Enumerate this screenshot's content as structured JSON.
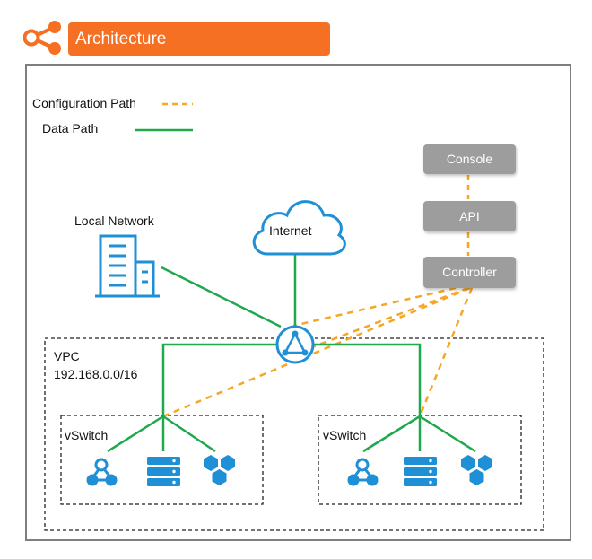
{
  "header": {
    "title": "Architecture"
  },
  "legend": {
    "config_label": "Configuration Path",
    "data_label": "Data Path"
  },
  "colors": {
    "accent": "#f57023",
    "config_path": "#f5a623",
    "data_path": "#1fa84d",
    "icon_blue": "#1f8fd6",
    "gray_box": "#9d9d9d",
    "frame": "#7f7f7f"
  },
  "control_plane": {
    "console": "Console",
    "api": "API",
    "controller": "Controller"
  },
  "nodes": {
    "local_network": "Local Network",
    "internet": "Internet"
  },
  "vpc": {
    "name": "VPC",
    "cidr": "192.168.0.0/16"
  },
  "vswitches": [
    {
      "label": "vSwitch"
    },
    {
      "label": "vSwitch"
    }
  ],
  "icons": [
    "share-icon",
    "building-icon",
    "cloud-icon",
    "router-icon",
    "network-nodes-icon",
    "server-rack-icon",
    "hexagon-cluster-icon"
  ]
}
